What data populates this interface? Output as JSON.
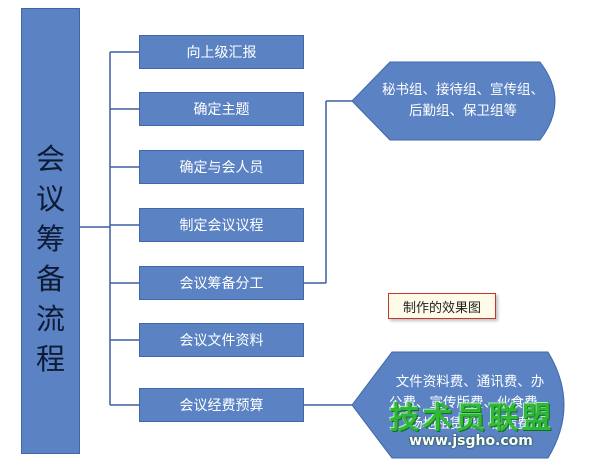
{
  "title": "会议筹备流程",
  "steps": [
    "向上级汇报",
    "确定主题",
    "确定与会人员",
    "制定会议议程",
    "会议筹备分工",
    "会议文件资料",
    "会议经费预算"
  ],
  "callouts": [
    {
      "id": "division",
      "lines": [
        "秘书组、接待组、宣传组、",
        "后勤组、保卫组等"
      ]
    },
    {
      "id": "budget",
      "lines": [
        "文件资料费、通讯费、办",
        "公费、宣传版费、伙食费、",
        "场地租赁费、住宿费"
      ]
    }
  ],
  "note": "制作的效果图",
  "watermark": {
    "text": "技术员联盟",
    "url": "www.jsgho.com"
  },
  "colors": {
    "box_fill": "#5b83c4",
    "box_border": "#3f67aa",
    "line": "#3a5f9f",
    "note_border": "#c0392b"
  }
}
